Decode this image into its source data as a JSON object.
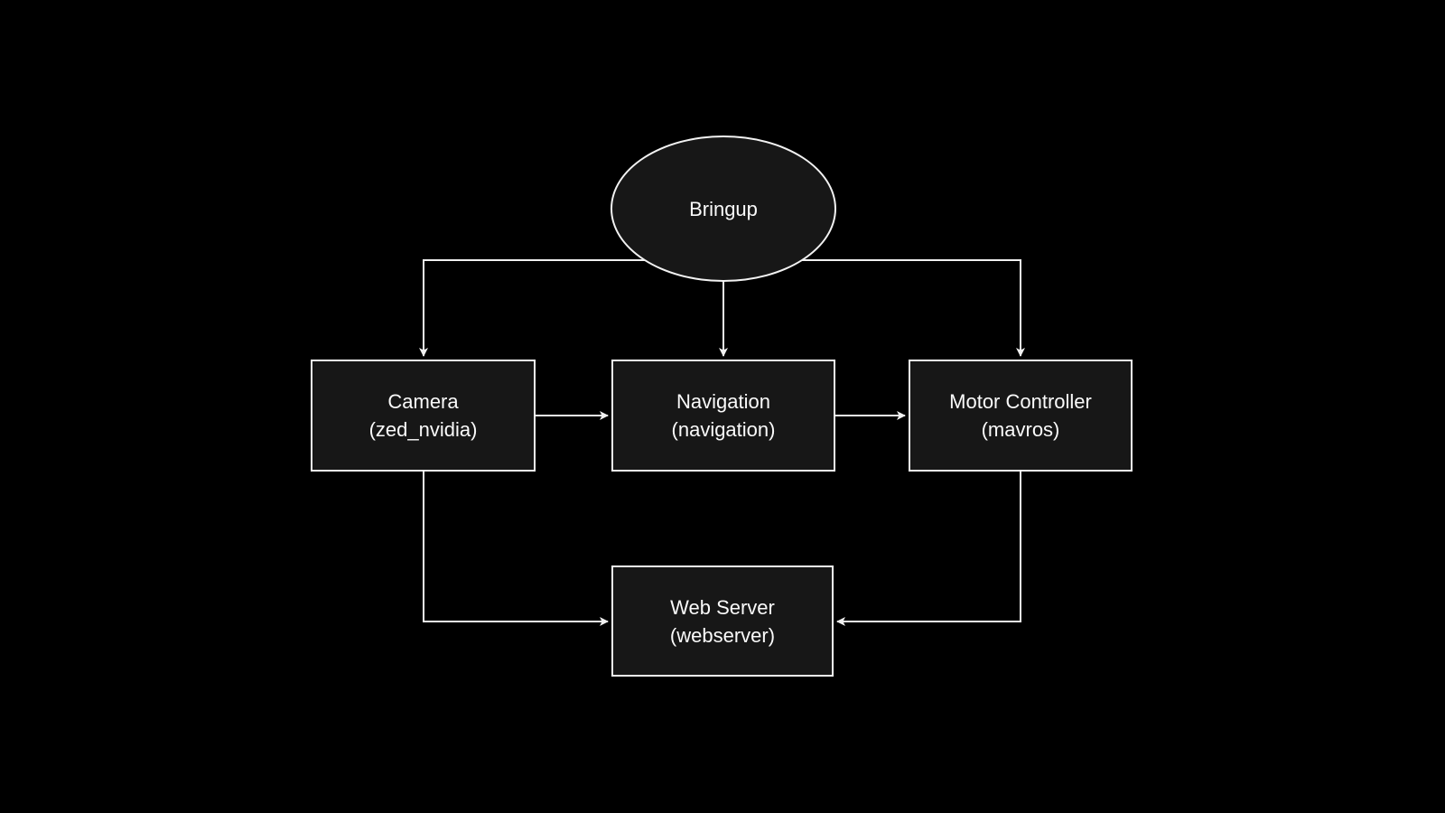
{
  "diagram": {
    "background_color": "#000000",
    "node_fill_color": "#171717",
    "stroke_color": "#f0f0f0",
    "text_color": "#fafafa",
    "nodes": [
      {
        "id": "bringup",
        "shape": "ellipse",
        "label": "Bringup",
        "sublabel": ""
      },
      {
        "id": "camera",
        "shape": "rect",
        "label": "Camera",
        "sublabel": "(zed_nvidia)"
      },
      {
        "id": "navigation",
        "shape": "rect",
        "label": "Navigation",
        "sublabel": "(navigation)"
      },
      {
        "id": "motor_controller",
        "shape": "rect",
        "label": "Motor Controller",
        "sublabel": "(mavros)"
      },
      {
        "id": "webserver",
        "shape": "rect",
        "label": "Web Server",
        "sublabel": "(webserver)"
      }
    ],
    "edges": [
      {
        "from": "bringup",
        "to": "camera"
      },
      {
        "from": "bringup",
        "to": "navigation"
      },
      {
        "from": "bringup",
        "to": "motor_controller"
      },
      {
        "from": "camera",
        "to": "navigation"
      },
      {
        "from": "navigation",
        "to": "motor_controller"
      },
      {
        "from": "camera",
        "to": "webserver"
      },
      {
        "from": "motor_controller",
        "to": "webserver"
      }
    ]
  }
}
